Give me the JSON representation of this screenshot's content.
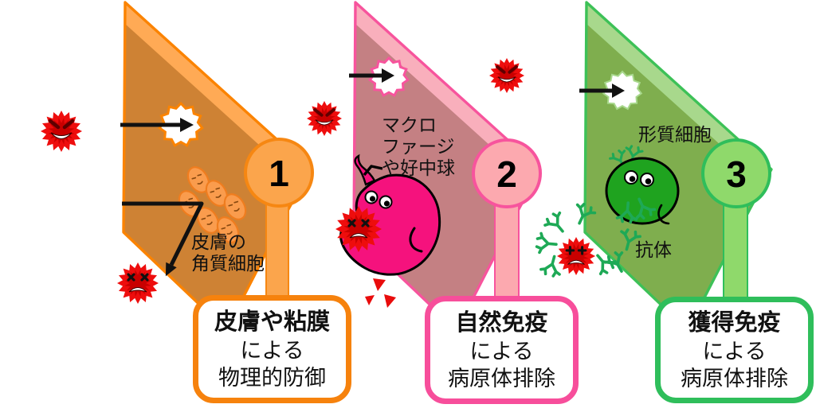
{
  "stage1": {
    "badge": "1",
    "annotation": [
      "皮膚の",
      "角質細胞"
    ],
    "box": [
      "皮膚や粘膜",
      "による",
      "物理的防御"
    ]
  },
  "stage2": {
    "badge": "2",
    "annotation": [
      "マクロ",
      "ファージ",
      "や好中球"
    ],
    "box": [
      "自然免疫",
      "による",
      "病原体排除"
    ]
  },
  "stage3": {
    "badge": "3",
    "annotation_plasma": "形質細胞",
    "annotation_antibody": "抗体",
    "box": [
      "獲得免疫",
      "による",
      "病原体排除"
    ]
  },
  "icons": {
    "pathogen": "virus-starburst-icon",
    "impact": "impact-burst-icon",
    "arrow": "attack-arrow",
    "keratinocyte": "keratinocyte-cell-icon",
    "macrophage": "macrophage-cell-icon",
    "plasma_cell": "plasma-cell-icon",
    "antibody": "antibody-y-icon"
  },
  "theme": {
    "stage1_fill": "#CE8234",
    "stage1_band": "#FFAA55",
    "stage1_outline": "#FB8300",
    "stage1_badge": "#FBA54C",
    "stage1_badge_stroke": "#F68712",
    "stage1_box_border": "#F6820D",
    "stage2_fill": "#C48083",
    "stage2_band": "#F9AFBC",
    "stage2_outline": "#F7549D",
    "stage2_badge": "#FCA9AF",
    "stage2_badge_stroke": "#F7549D",
    "stage2_box_border": "#F74E9B",
    "stage3_fill": "#7FAE4E",
    "stage3_band": "#A8D88C",
    "stage3_outline": "#3DC157",
    "stage3_badge": "#8FD96B",
    "stage3_badge_stroke": "#2FBE5B",
    "stage3_box_border": "#2FBE5B",
    "virus_red": "#EE0D0D",
    "virus_core": "#C90000",
    "macrophage_pink": "#F5127D",
    "cell_green": "#1FA31F",
    "antibody_green": "#1EA956",
    "kera_fill": "#FA9C4D",
    "kera_stroke": "#EF7D1F",
    "arrow_black": "#111111"
  }
}
